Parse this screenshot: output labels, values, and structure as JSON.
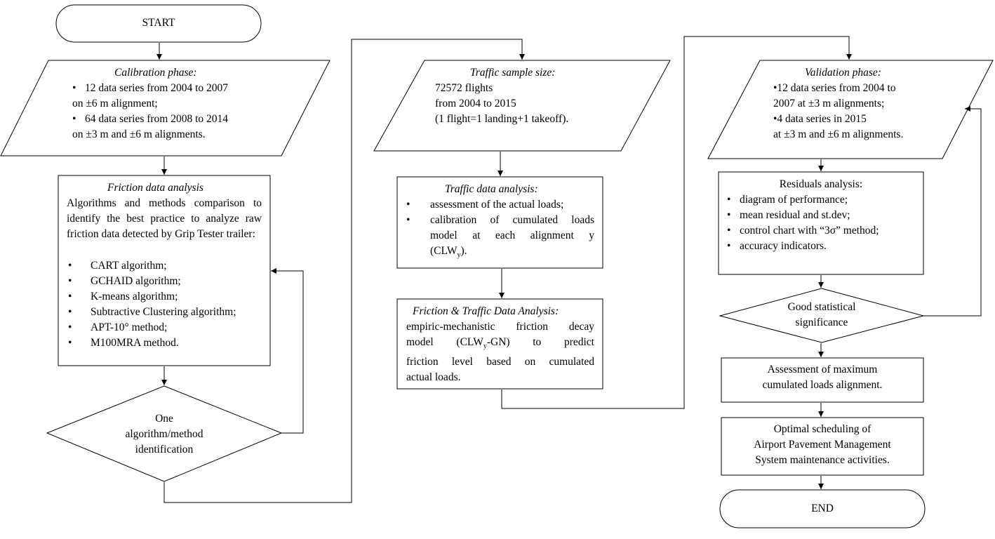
{
  "start": "START",
  "end": "END",
  "calibration": {
    "title": "Calibration phase:",
    "bullets": [
      [
        "12 data series from 2004 to 2007",
        "on ±6 m alignment;"
      ],
      [
        "64 data series from 2008 to 2014",
        "on ±3 m and ±6 m alignments."
      ]
    ]
  },
  "friction": {
    "title": "Friction data analysis",
    "intro": "Algorithms and methods comparison to identify the best practice to analyze raw friction data detected by Grip Tester trailer:",
    "items": [
      "CART algorithm;",
      "GCHAID algorithm;",
      "K-means algorithm;",
      "Subtractive Clustering algorithm;",
      "APT-10° method;",
      "M100MRA method."
    ]
  },
  "decision1": [
    "One",
    "algorithm/method",
    "identification"
  ],
  "traffic_sample": {
    "title": "Traffic sample size:",
    "lines": [
      "72572 flights",
      "from 2004 to 2015",
      "(1 flight=1 landing+1 takeoff)."
    ]
  },
  "traffic_analysis": {
    "title": "Traffic data analysis:",
    "item1": "assessment of the actual loads;",
    "item2_lines": [
      "calibration of cumulated loads",
      "model at each alignment y"
    ],
    "item2_end_pre": "(CLW",
    "item2_sub": "y",
    "item2_end_post": ")."
  },
  "ftda": {
    "title": "Friction & Traffic Data Analysis:",
    "l1": "empiric-mechanistic friction decay",
    "l2_pre": "model (CLW",
    "l2_sub": "y",
    "l2_post": "-GN) to predict",
    "l3": "friction level based on cumulated",
    "l4": "actual loads."
  },
  "validation": {
    "title": "Validation phase:",
    "lines": [
      "•12 data series from 2004 to",
      "2007 at ±3 m alignments;",
      "•4 data series in 2015",
      "at ±3 m and ±6 m alignments."
    ]
  },
  "residuals": {
    "title": "Residuals analysis:",
    "items": [
      "diagram of performance;",
      "mean residual and st.dev;",
      "control chart with “3σ” method;",
      "accuracy indicators."
    ]
  },
  "decision2": [
    "Good statistical",
    "significance"
  ],
  "assessment": [
    "Assessment of maximum",
    "cumulated loads alignment."
  ],
  "optimal": [
    "Optimal scheduling of",
    "Airport Pavement Management",
    "System maintenance activities."
  ]
}
